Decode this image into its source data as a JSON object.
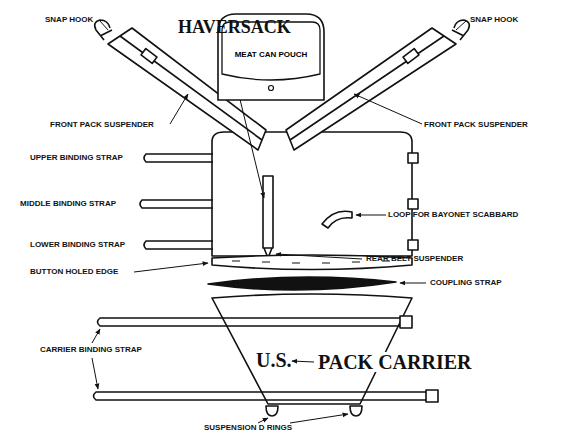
{
  "diagram": {
    "nodes": [
      {
        "text": [
          "MEAT CAN POUCH"
        ]
      }
    ],
    "labels": [
      "SNAP HOOK",
      "HAVERSACK",
      "SNAP HOOK",
      "FRONT PACK SUSPENDER",
      "FRONT PACK SUSPENDER",
      "UPPER BINDING STRAP",
      "MIDDLE BINDING STRAP",
      "LOWER BINDING STRAP",
      "LOOP FOR BAYONET SCABBARD",
      "REAR BELT SUSPENDER",
      "BUTTON HOLED EDGE",
      "COUPLING STRAP",
      "U.S.",
      "PACK CARRIER",
      "CARRIER BINDING STRAP",
      "SUSPENSION D RINGS"
    ]
  }
}
